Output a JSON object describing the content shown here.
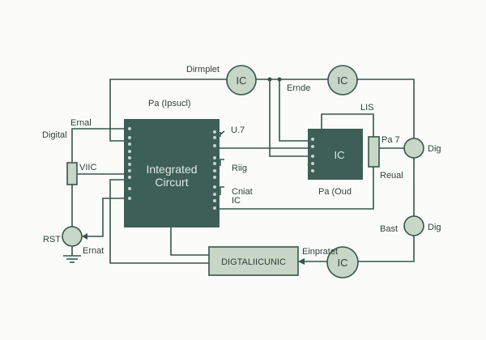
{
  "main_ic": {
    "title_line1": "Integrated",
    "title_line2": "Circurt"
  },
  "small_ic": {
    "label": "IC"
  },
  "circles": {
    "top_left": "IC",
    "top_right": "IC",
    "bottom": "IC"
  },
  "box": {
    "label": "DIGTALIICUNIC"
  },
  "labels": {
    "dirmplet": "Dirmplet",
    "pa_ipsucl": "Pa (Ipsucl)",
    "ernal": "Ernal",
    "digital": "Digital",
    "viic": "VIIC",
    "rst": "RST",
    "ernat": "Ernat",
    "u7": "U.7",
    "riig": "Riig",
    "cniat": "Cniat",
    "ic_right": "IC",
    "ernde": "Ernde",
    "lis": "LIS",
    "pa7": "Pa 7",
    "reual": "Reual",
    "pa_oud": "Pa (Oud",
    "dig_top": "Dig",
    "dig_bottom": "Dig",
    "bast": "Bast",
    "einpratet": "Einpratet"
  },
  "colors": {
    "ic_fill": "#3d5f55",
    "light_fill": "#c7d6c6",
    "wire": "#35554b"
  }
}
